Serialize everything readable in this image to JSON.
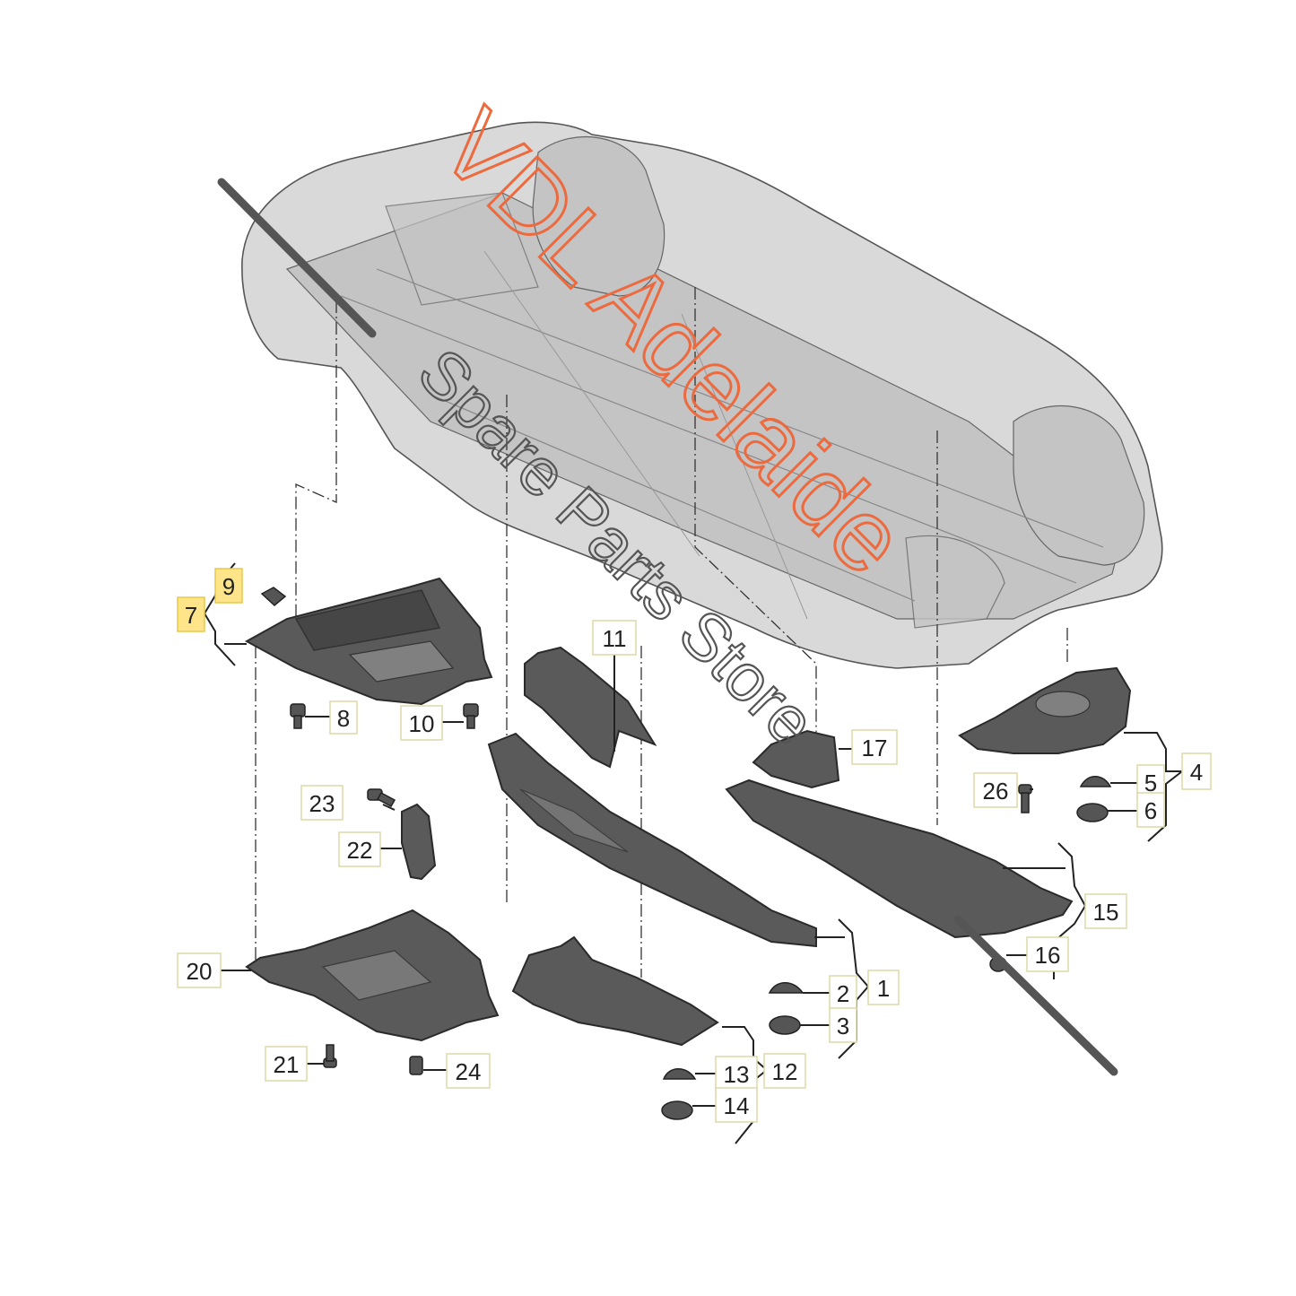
{
  "diagram": {
    "watermark": {
      "line1": "VDL Adelaide",
      "line2": "Spare Parts Store"
    },
    "callouts": [
      {
        "id": "c1",
        "text": "1"
      },
      {
        "id": "c2",
        "text": "2"
      },
      {
        "id": "c3",
        "text": "3"
      },
      {
        "id": "c4",
        "text": "4"
      },
      {
        "id": "c5",
        "text": "5"
      },
      {
        "id": "c6",
        "text": "6"
      },
      {
        "id": "c7",
        "text": "7",
        "highlighted": true
      },
      {
        "id": "c8",
        "text": "8"
      },
      {
        "id": "c9",
        "text": "9",
        "highlighted": true
      },
      {
        "id": "c10",
        "text": "10"
      },
      {
        "id": "c11",
        "text": "11"
      },
      {
        "id": "c12",
        "text": "12"
      },
      {
        "id": "c13",
        "text": "13"
      },
      {
        "id": "c14",
        "text": "14"
      },
      {
        "id": "c15",
        "text": "15"
      },
      {
        "id": "c16",
        "text": "16"
      },
      {
        "id": "c17",
        "text": "17"
      },
      {
        "id": "c20",
        "text": "20"
      },
      {
        "id": "c21",
        "text": "21"
      },
      {
        "id": "c22",
        "text": "22"
      },
      {
        "id": "c23",
        "text": "23"
      },
      {
        "id": "c24",
        "text": "24"
      },
      {
        "id": "c26",
        "text": "26"
      }
    ],
    "colors": {
      "highlight": "#ffe48a",
      "watermark_red": "#ec6a3e",
      "watermark_gray": "#555555",
      "part_fill": "#5a5a5a",
      "body_fill": "#d9d9d9"
    }
  }
}
